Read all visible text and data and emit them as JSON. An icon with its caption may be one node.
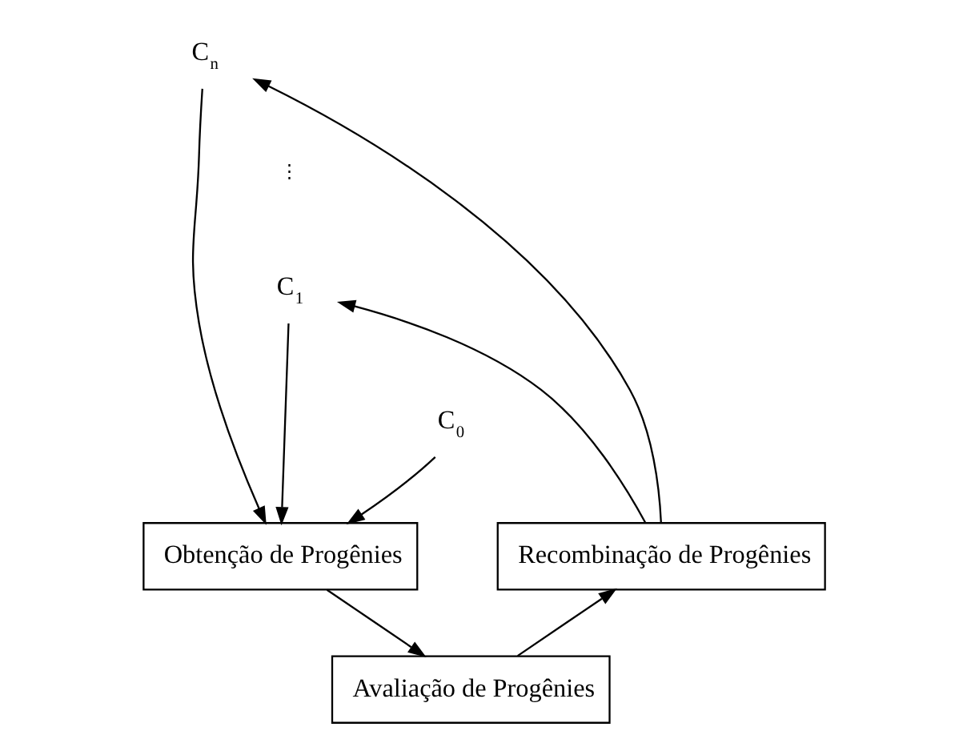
{
  "diagram": {
    "nodes": [
      {
        "text": [
          "C$_{n}$"
        ]
      },
      {
        "text": [
          "C$_{1}$"
        ]
      },
      {
        "text": [
          "C$_{0}$"
        ]
      },
      {
        "text": [
          "Recombinação de Progênies"
        ]
      },
      {
        "text": [
          "Obtenção de Progênies"
        ]
      },
      {
        "text": [
          "Avaliação de Progênies"
        ]
      }
    ],
    "edges": [
      {
        "from": 3,
        "to": 0,
        "arrow": "to"
      },
      {
        "from": 3,
        "to": 1,
        "arrow": "to"
      },
      {
        "from": 0,
        "to": 4,
        "arrow": "to"
      },
      {
        "from": 1,
        "to": 4,
        "arrow": "to"
      },
      {
        "from": 2,
        "to": 4,
        "arrow": "to"
      },
      {
        "from": 4,
        "to": 5,
        "arrow": "to"
      },
      {
        "from": 5,
        "to": 3,
        "arrow": "to"
      }
    ],
    "labels": [
      "⋮"
    ]
  }
}
